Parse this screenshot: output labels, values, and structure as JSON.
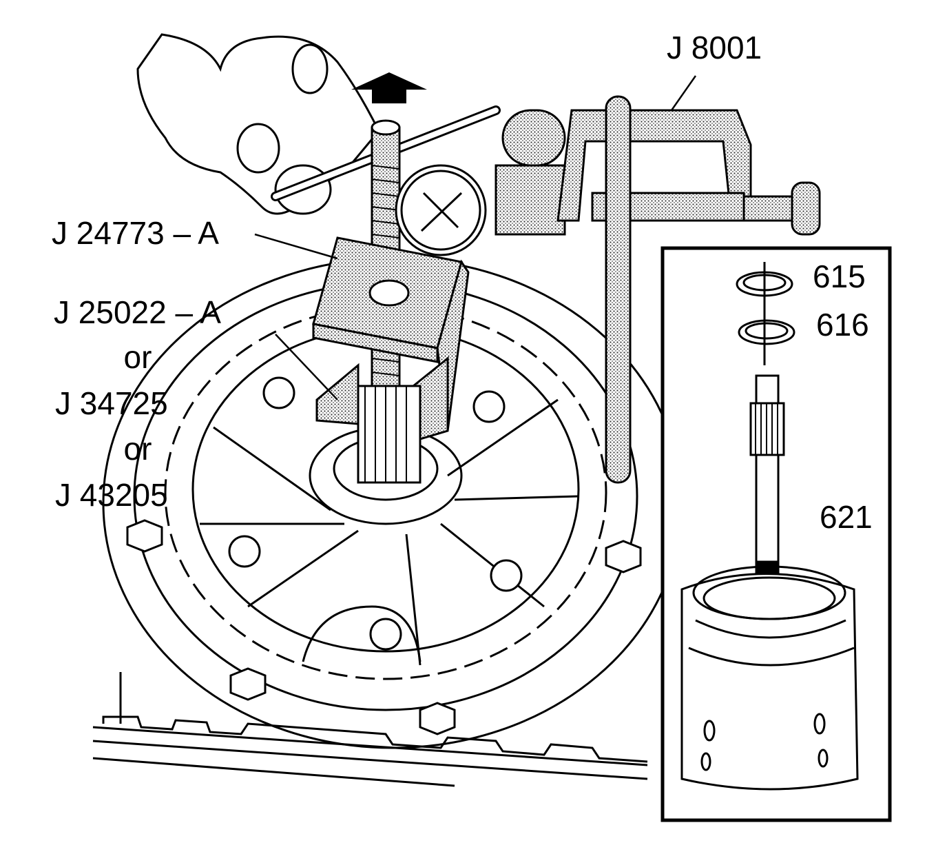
{
  "labels": {
    "j8001": "J 8001",
    "j24773": "J 24773 – A",
    "j25022": "J 25022 – A",
    "or1": "or",
    "j34725": "J 34725",
    "or2": "or",
    "j43205": "J 43205",
    "p615": "615",
    "p616": "616",
    "p621": "621"
  },
  "colors": {
    "ink": "#000000",
    "paper": "#ffffff",
    "stipple": "#c8c8c8"
  },
  "icons": {
    "direction_arrow": "arrow-up-icon",
    "gauge": "dial-indicator-icon"
  }
}
